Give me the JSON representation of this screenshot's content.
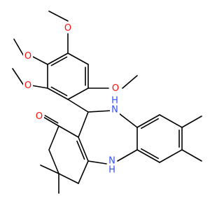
{
  "molecule": {
    "atoms": [
      {
        "id": "O1",
        "label": "O",
        "color": "#ff0d0d"
      },
      {
        "id": "O2",
        "label": "O",
        "color": "#ff0d0d"
      },
      {
        "id": "O3",
        "label": "O",
        "color": "#ff0d0d"
      },
      {
        "id": "O4",
        "label": "O",
        "color": "#ff0d0d"
      },
      {
        "id": "O5",
        "label": "O",
        "color": "#ff0d0d"
      },
      {
        "id": "N1",
        "label": "H\nN",
        "color": "#3050f8"
      },
      {
        "id": "N2",
        "label": "N\nH",
        "color": "#3050f8"
      }
    ],
    "bond_color": "#000000"
  }
}
